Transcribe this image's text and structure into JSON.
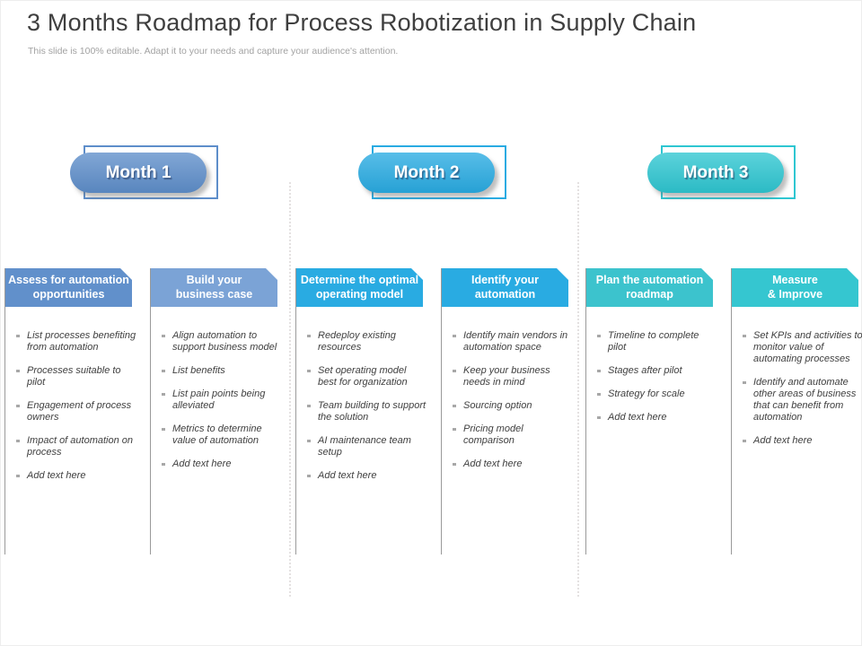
{
  "title": "3 Months Roadmap for Process Robotization in Supply Chain",
  "subtitle": "This slide is 100% editable. Adapt it to your needs and capture your audience's attention.",
  "months": [
    {
      "label": "Month 1",
      "color": "#5e8eca"
    },
    {
      "label": "Month 2",
      "color": "#29abe2"
    },
    {
      "label": "Month 3",
      "color": "#2ec6d1"
    }
  ],
  "columns": [
    {
      "header": "Assess for automation\nopportunities",
      "color": "#6190cb",
      "items": [
        "List processes benefiting from automation",
        "Processes suitable to pilot",
        "Engagement of process owners",
        "Impact of automation on process",
        "Add text here"
      ]
    },
    {
      "header": "Build your\nbusiness case",
      "color": "#7ba3d6",
      "items": [
        "Align automation to support business model",
        "List benefits",
        "List pain points being alleviated",
        "Metrics to determine value of automation",
        "Add text here"
      ]
    },
    {
      "header": "Determine the optimal\noperating model",
      "color": "#29abe2",
      "items": [
        "Redeploy existing resources",
        "Set operating model best for organization",
        "Team building to support the solution",
        "AI maintenance team setup",
        "Add text here"
      ]
    },
    {
      "header": "Identify your\nautomation",
      "color": "#29abe2",
      "items": [
        "Identify main vendors in automation space",
        "Keep your business needs in mind",
        "Sourcing option",
        "Pricing model comparison",
        "Add text here"
      ]
    },
    {
      "header": "Plan the automation\nroadmap",
      "color": "#3cc3cd",
      "items": [
        "Timeline to complete pilot",
        "Stages after pilot",
        "Strategy for scale",
        "Add text here"
      ]
    },
    {
      "header": "Measure\n& Improve",
      "color": "#35c6d0",
      "items": [
        "Set KPIs and activities to monitor value of automating processes",
        "Identify and automate other areas of business that can benefit from automation",
        "Add text here"
      ]
    }
  ]
}
